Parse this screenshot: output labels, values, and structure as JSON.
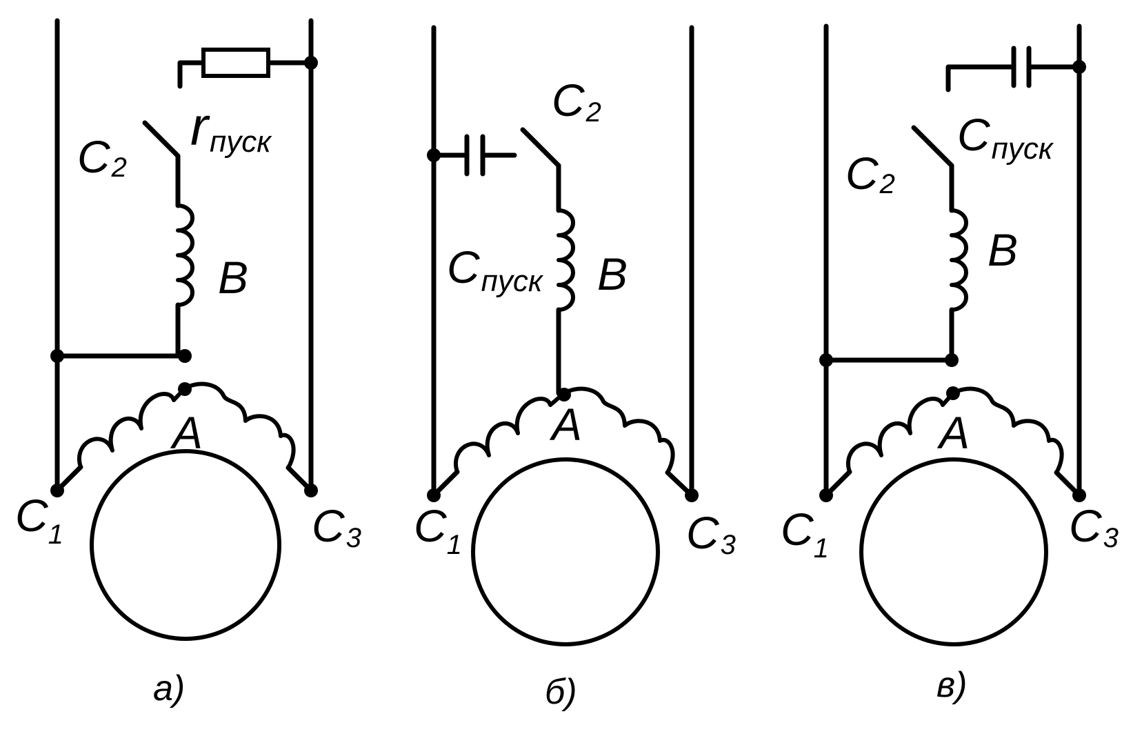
{
  "panels": [
    {
      "caption": "а)",
      "terminal_1": {
        "letter": "C",
        "index": "1"
      },
      "terminal_2": {
        "letter": "C",
        "index": "2"
      },
      "terminal_3": {
        "letter": "C",
        "index": "3"
      },
      "winding_a": "A",
      "winding_b": "B",
      "starter": {
        "type": "resistor",
        "letter": "r",
        "subscript": "пуск"
      }
    },
    {
      "caption": "б)",
      "terminal_1": {
        "letter": "C",
        "index": "1"
      },
      "terminal_2": {
        "letter": "C",
        "index": "2"
      },
      "terminal_3": {
        "letter": "C",
        "index": "3"
      },
      "winding_a": "A",
      "winding_b": "B",
      "starter": {
        "type": "capacitor",
        "letter": "C",
        "subscript": "пуск"
      }
    },
    {
      "caption": "в)",
      "terminal_1": {
        "letter": "C",
        "index": "1"
      },
      "terminal_2": {
        "letter": "C",
        "index": "2"
      },
      "terminal_3": {
        "letter": "C",
        "index": "3"
      },
      "winding_a": "A",
      "winding_b": "B",
      "starter": {
        "type": "capacitor",
        "letter": "C",
        "subscript": "пуск"
      }
    }
  ]
}
